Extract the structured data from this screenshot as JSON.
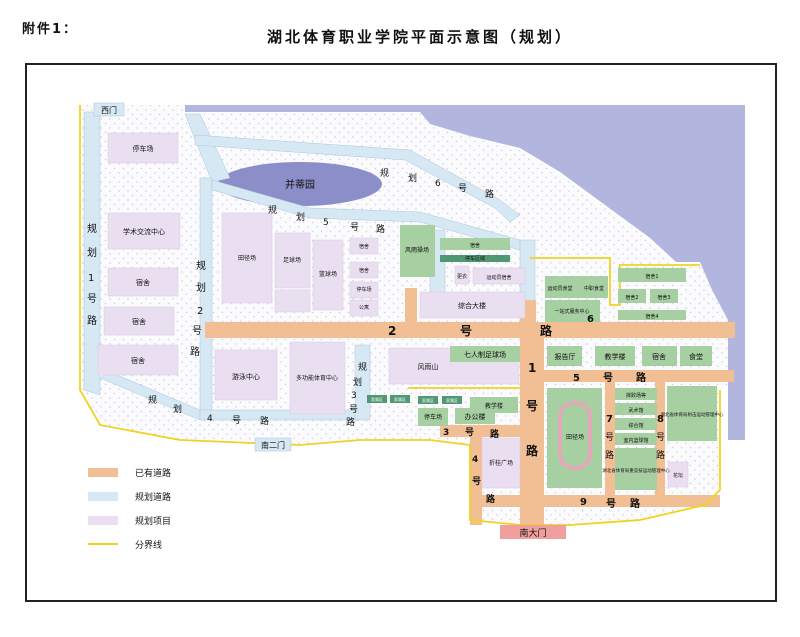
{
  "header": {
    "attachment": "附件1：",
    "title": "湖北体育职业学院平面示意图（规划）"
  },
  "colors": {
    "existing_road": "#f2bf94",
    "planned_road": "#d6e8f3",
    "planned_project": "#eadff0",
    "boundary": "#f0d320",
    "water": "#b2b6df",
    "lake": "#8c8ec9",
    "green": "#a6cfa2",
    "dark_green": "#4f9872",
    "gate": "#ef9f9d",
    "track": "#e3a9b9"
  },
  "legend": [
    {
      "key": "existing_road",
      "label": "已有道路"
    },
    {
      "key": "planned_road",
      "label": "规划道路"
    },
    {
      "key": "planned_project",
      "label": "规划项目"
    },
    {
      "key": "boundary",
      "label": "分界线"
    }
  ],
  "gates": {
    "west": "西门",
    "south2": "南二门",
    "south_main": "南大门"
  },
  "water": {
    "pond": "并蒂园"
  },
  "roads": {
    "r6": [
      "规",
      "划",
      "6",
      "号",
      "路"
    ],
    "r5": [
      "规",
      "划",
      "5",
      "号",
      "路"
    ],
    "r1p": [
      "规",
      "划",
      "1",
      "号",
      "路"
    ],
    "r2p": [
      "规",
      "划",
      "2",
      "号",
      "路"
    ],
    "r3p": [
      "规",
      "划",
      "3",
      "号",
      "路"
    ],
    "r4p": [
      "规",
      "划",
      "4",
      "号",
      "路"
    ],
    "r2": [
      "2",
      "号",
      "路"
    ],
    "r1": [
      "1",
      "号",
      "路"
    ],
    "r5e": [
      "5",
      "号",
      "路"
    ],
    "r3": [
      "3",
      "号",
      "路"
    ],
    "r4": [
      "4",
      "号",
      "路"
    ],
    "r9": [
      "9",
      "号",
      "路"
    ],
    "r6n": "6",
    "r7": [
      "7",
      "号",
      "路"
    ],
    "r8": [
      "8",
      "号",
      "路"
    ]
  },
  "labels": {
    "parking_w": "停车场",
    "academic": "学术交流中心",
    "dorm1": "宿舍",
    "dorm2": "宿舍",
    "dorm3": "宿舍",
    "field": "田径场",
    "football": "足球场",
    "basket": "篮球场",
    "swim": "游泳中心",
    "multi": "多功能体育中心",
    "dorm_a": "宿舍",
    "dorm_b": "宿舍",
    "parking_c": "停车场",
    "apartment": "公寓",
    "fengyu_field": "风雨操场",
    "dorm_n": "宿舍",
    "dorm_area": "停车区域",
    "changing": "更衣",
    "athlete": "运动员宿舍",
    "dorm_main": "综合大楼",
    "canteen_a": "运动员食堂",
    "mid_canteen": "中职食堂",
    "dorm1e": "宿舍1",
    "dorm2e": "宿舍2",
    "dorm3e": "宿舍3",
    "dorm4e": "宿舍4",
    "one_stop": "一站式服务中心",
    "seven_field": "七人制足球场",
    "fengyu_hill": "风雨山",
    "hall": "报告厅",
    "teach1": "教学楼",
    "dorm_e": "宿舍",
    "canteen_e": "食堂",
    "dorm_s1": "家属区",
    "dorm_s2": "家属区",
    "dorm_s3": "家属区",
    "dorm_s4": "家属区",
    "parking_s": "停车场",
    "office": "办公楼",
    "teach2": "教学楼",
    "square": "折桂广场",
    "track_field": "田径场",
    "taekwondo": "摔跤场等",
    "wushu": "武术馆",
    "boxing": "综合馆",
    "indoor": "室内篮球馆",
    "shooting": "湖北省体育局射击运动管理中心",
    "heavy": "湖北省体育局重竞技运动管理中心",
    "forum": "花坛"
  }
}
